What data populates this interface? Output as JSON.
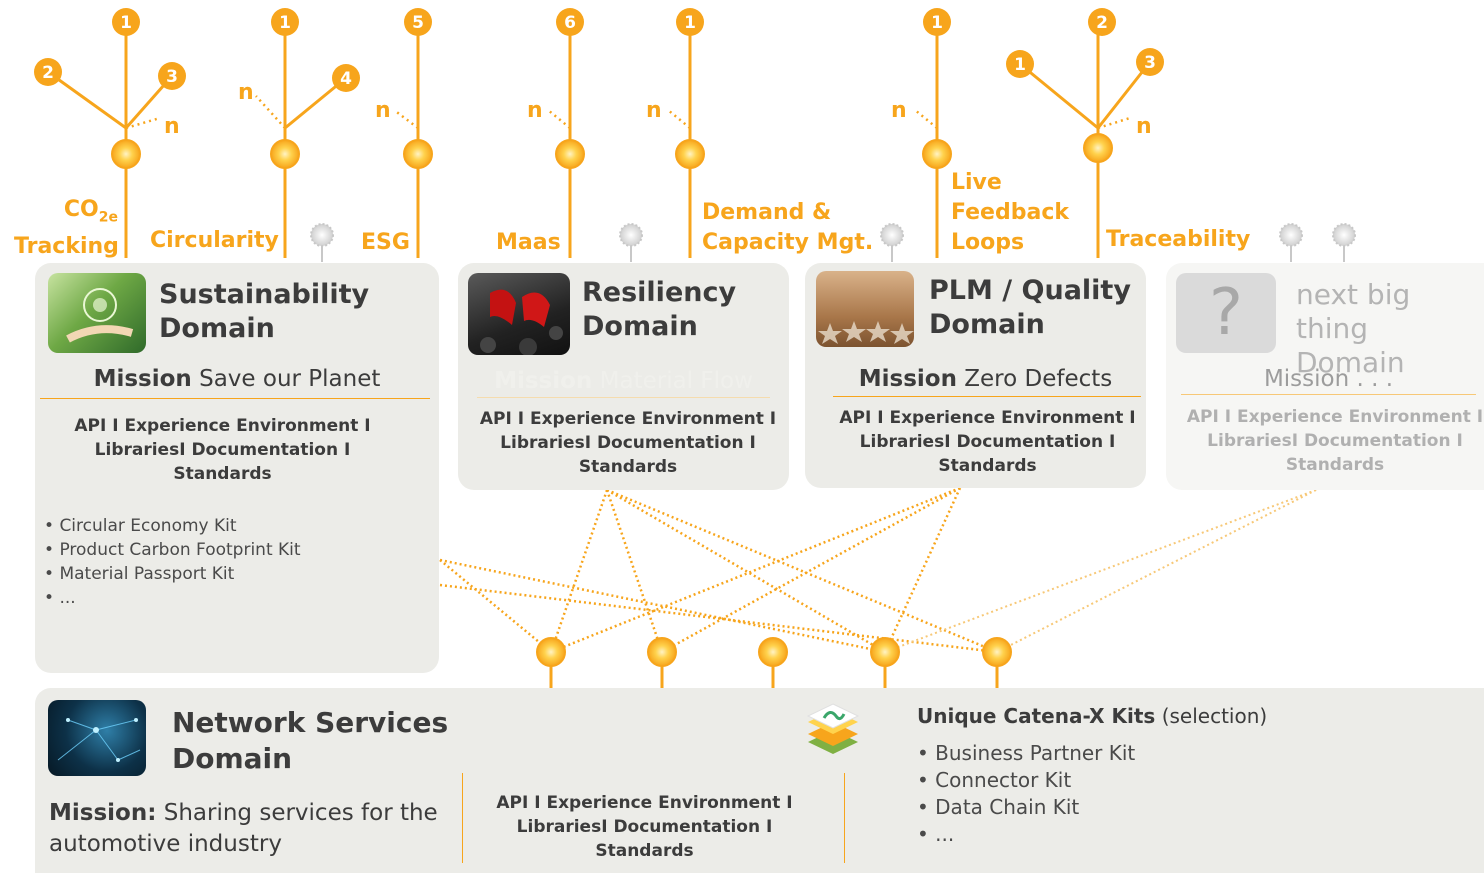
{
  "use_cases": [
    {
      "label": "Circularity"
    },
    {
      "label": "ESG"
    },
    {
      "label": "Maas"
    },
    {
      "label": "Demand &",
      "label2": "Capacity Mgt."
    },
    {
      "label": "Live",
      "label2": "Feedback",
      "label3": "Loops"
    },
    {
      "label": "Traceability"
    }
  ],
  "co2": {
    "main": "CO",
    "sub": "2e",
    "line2": "Tracking"
  },
  "badges": {
    "co2": [
      "1",
      "2",
      "3"
    ],
    "circularity": [
      "1",
      "4"
    ],
    "esg": [
      "5"
    ],
    "maas": [
      "6"
    ],
    "demand": [
      "1"
    ],
    "live": [
      "1"
    ],
    "traceability": [
      "2",
      "1",
      "3"
    ]
  },
  "n_label": "n",
  "domains": {
    "sustainability": {
      "title": "Sustainability",
      "sub": "Domain",
      "mission_label": "Mission",
      "mission_text": "Save our Planet",
      "api": [
        "API I Experience Environment I",
        "LibrariesI Documentation I",
        "Standards"
      ],
      "kits": [
        "Circular Economy Kit",
        "Product Carbon Footprint Kit",
        "Material Passport Kit",
        "..."
      ]
    },
    "resiliency": {
      "title": "Resiliency",
      "sub": "Domain",
      "mission_label": "Mission",
      "mission_text": "Material Flow",
      "api": [
        "API I Experience Environment I",
        "LibrariesI Documentation I",
        "Standards"
      ]
    },
    "plm": {
      "title": "PLM / Quality",
      "sub": "Domain",
      "mission_label": "Mission",
      "mission_text": "Zero Defects",
      "api": [
        "API I Experience Environment I",
        "LibrariesI Documentation I",
        "Standards"
      ]
    },
    "next": {
      "title": "next big thing",
      "sub": "Domain",
      "icon": "?",
      "mission_label": "Mission",
      "mission_text": ". . .",
      "api": [
        "API I Experience Environment I",
        "LibrariesI Documentation I",
        "Standards"
      ]
    },
    "network": {
      "title": "Network Services",
      "sub": "Domain",
      "mission_label": "Mission:",
      "mission_text": "Sharing services for the",
      "mission_text2": "automotive industry",
      "api": [
        "API I Experience Environment I",
        "LibrariesI Documentation I",
        "Standards"
      ],
      "kits_title": "Unique Catena-X Kits",
      "kits_title_suffix": "(selection)",
      "kits": [
        "Business Partner Kit",
        "Connector Kit",
        "Data Chain Kit",
        "..."
      ]
    }
  },
  "colors": {
    "accent": "#f7a51c",
    "panel": "#ecece8",
    "text": "#3c3c3c"
  }
}
